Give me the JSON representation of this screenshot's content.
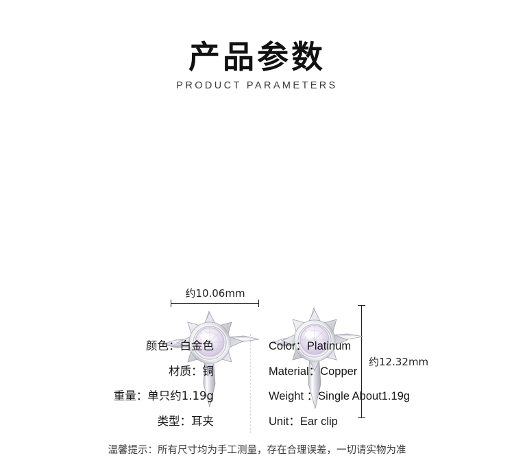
{
  "header": {
    "title_cn": "产品参数",
    "title_en": "PRODUCT PARAMETERS"
  },
  "product": {
    "dimension_width_label": "约10.06mm",
    "dimension_height_label": "约12.32mm",
    "item_left_name": "star-cross-earring-left",
    "item_right_name": "star-cross-earring-right",
    "gem_color": "#e3dced",
    "metal_color": "#d7d7dd"
  },
  "specs": {
    "cn": [
      "颜色：白金色",
      "材质：铜",
      "重量：单只约1.19g",
      "类型：耳夹"
    ],
    "en": [
      "Color：Platinum",
      "Material：Copper",
      "Weight ：Single About1.19g",
      "Unit：Ear clip"
    ]
  },
  "footer": {
    "note": "温馨提示：所有尺寸均为手工测量，存在合理误差，一切请实物为准"
  }
}
